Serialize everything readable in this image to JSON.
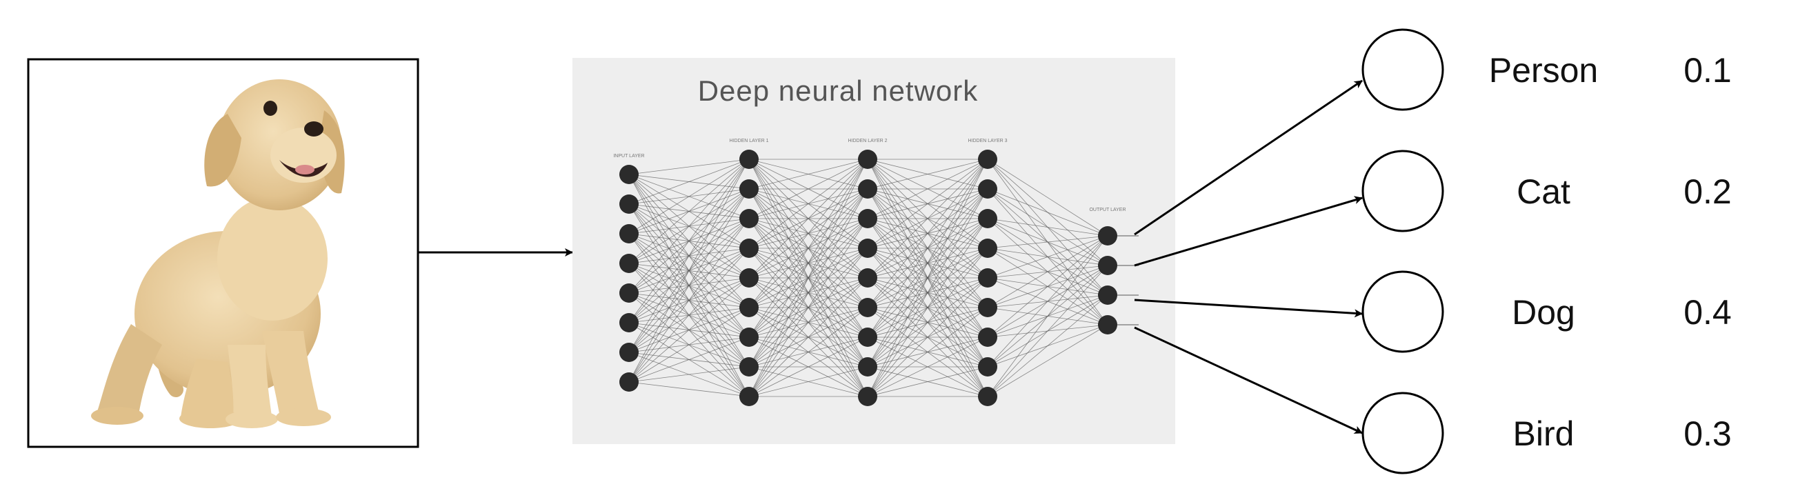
{
  "network": {
    "title": "Deep neural network",
    "layers": [
      {
        "caption": "INPUT LAYER",
        "nodes": 8
      },
      {
        "caption": "HIDDEN LAYER 1",
        "nodes": 9
      },
      {
        "caption": "HIDDEN LAYER 2",
        "nodes": 9
      },
      {
        "caption": "HIDDEN LAYER 3",
        "nodes": 9
      },
      {
        "caption": "OUTPUT LAYER",
        "nodes": 4
      }
    ]
  },
  "outputs": [
    {
      "label": "Person",
      "prob": "0.1"
    },
    {
      "label": "Cat",
      "prob": "0.2"
    },
    {
      "label": "Dog",
      "prob": "0.4"
    },
    {
      "label": "Bird",
      "prob": "0.3"
    }
  ],
  "colors": {
    "panel": "#eeeeee",
    "node": "#2b2b2b",
    "edge": "#555555",
    "puppy_fur": "#e8cc9c",
    "line": "#000000"
  }
}
